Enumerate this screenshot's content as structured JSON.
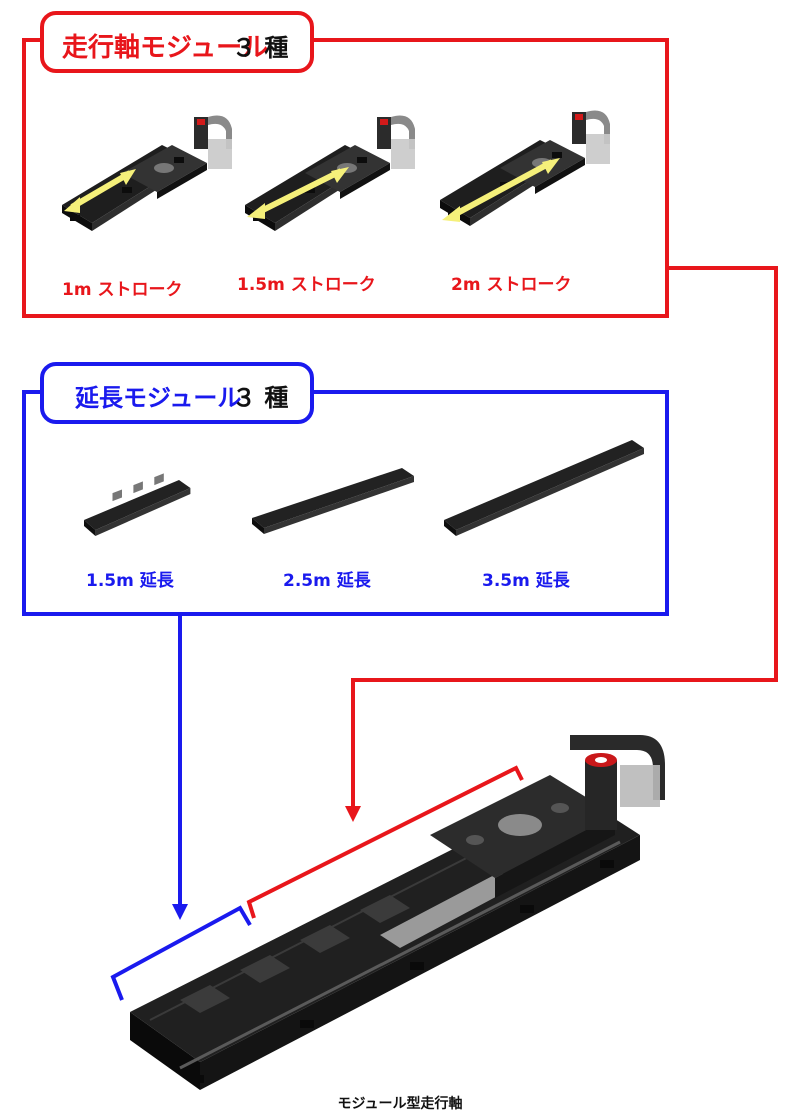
{
  "colors": {
    "travel": "#e8161b",
    "extension": "#1a1aee",
    "machine": "#262626",
    "arrow": "#f5f07a"
  },
  "travel_module": {
    "title": "走行軸モジュール",
    "count": "３ 種",
    "items": [
      {
        "label": "1m ストローク"
      },
      {
        "label": "1.5m ストローク"
      },
      {
        "label": "2m ストローク"
      }
    ]
  },
  "extension_module": {
    "title": "延長モジュール",
    "count": "３ 種",
    "items": [
      {
        "label": "1.5m 延長"
      },
      {
        "label": "2.5m 延長"
      },
      {
        "label": "3.5m 延長"
      }
    ]
  },
  "caption": "モジュール型走行軸"
}
